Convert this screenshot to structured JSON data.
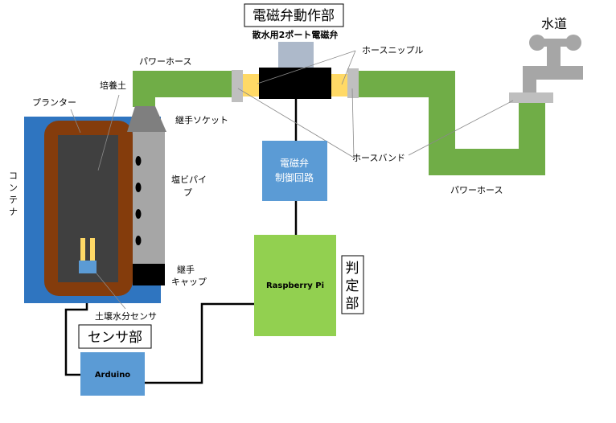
{
  "title": "電磁弁動作部",
  "valve_model": "散水用2ポート電磁弁",
  "water_tap": "水道",
  "labels": {
    "power_hose_top": "パワーホース",
    "power_hose_right": "パワーホース",
    "soil": "培養土",
    "planter": "プランター",
    "container": "コンテナ",
    "joint_socket": "継手ソケット",
    "pvc_pipe": "塩ビパイプ",
    "joint_cap_line1": "継手",
    "joint_cap_line2": "キャップ",
    "hose_nipple": "ホースニップル",
    "hose_band": "ホースバンド",
    "soil_sensor": "土壌水分センサ"
  },
  "controller": {
    "line1": "電磁弁",
    "line2": "制御回路"
  },
  "raspberry_pi": "Raspberry Pi",
  "judge_section": "判定部",
  "sensor_section": "センサ部",
  "arduino": "Arduino",
  "colors": {
    "hose": "#70ad47",
    "raspberry_pi": "#92d050",
    "controller": "#5b9bd5",
    "container": "#2f75c0",
    "planter": "#843c0c",
    "soil": "#404040",
    "pipe": "#a6a6a6",
    "nipple": "#ffd966",
    "band": "#bfbfbf",
    "valve_body": "#000000",
    "valve_top": "#adb9ca",
    "tap": "#a6a6a6"
  }
}
